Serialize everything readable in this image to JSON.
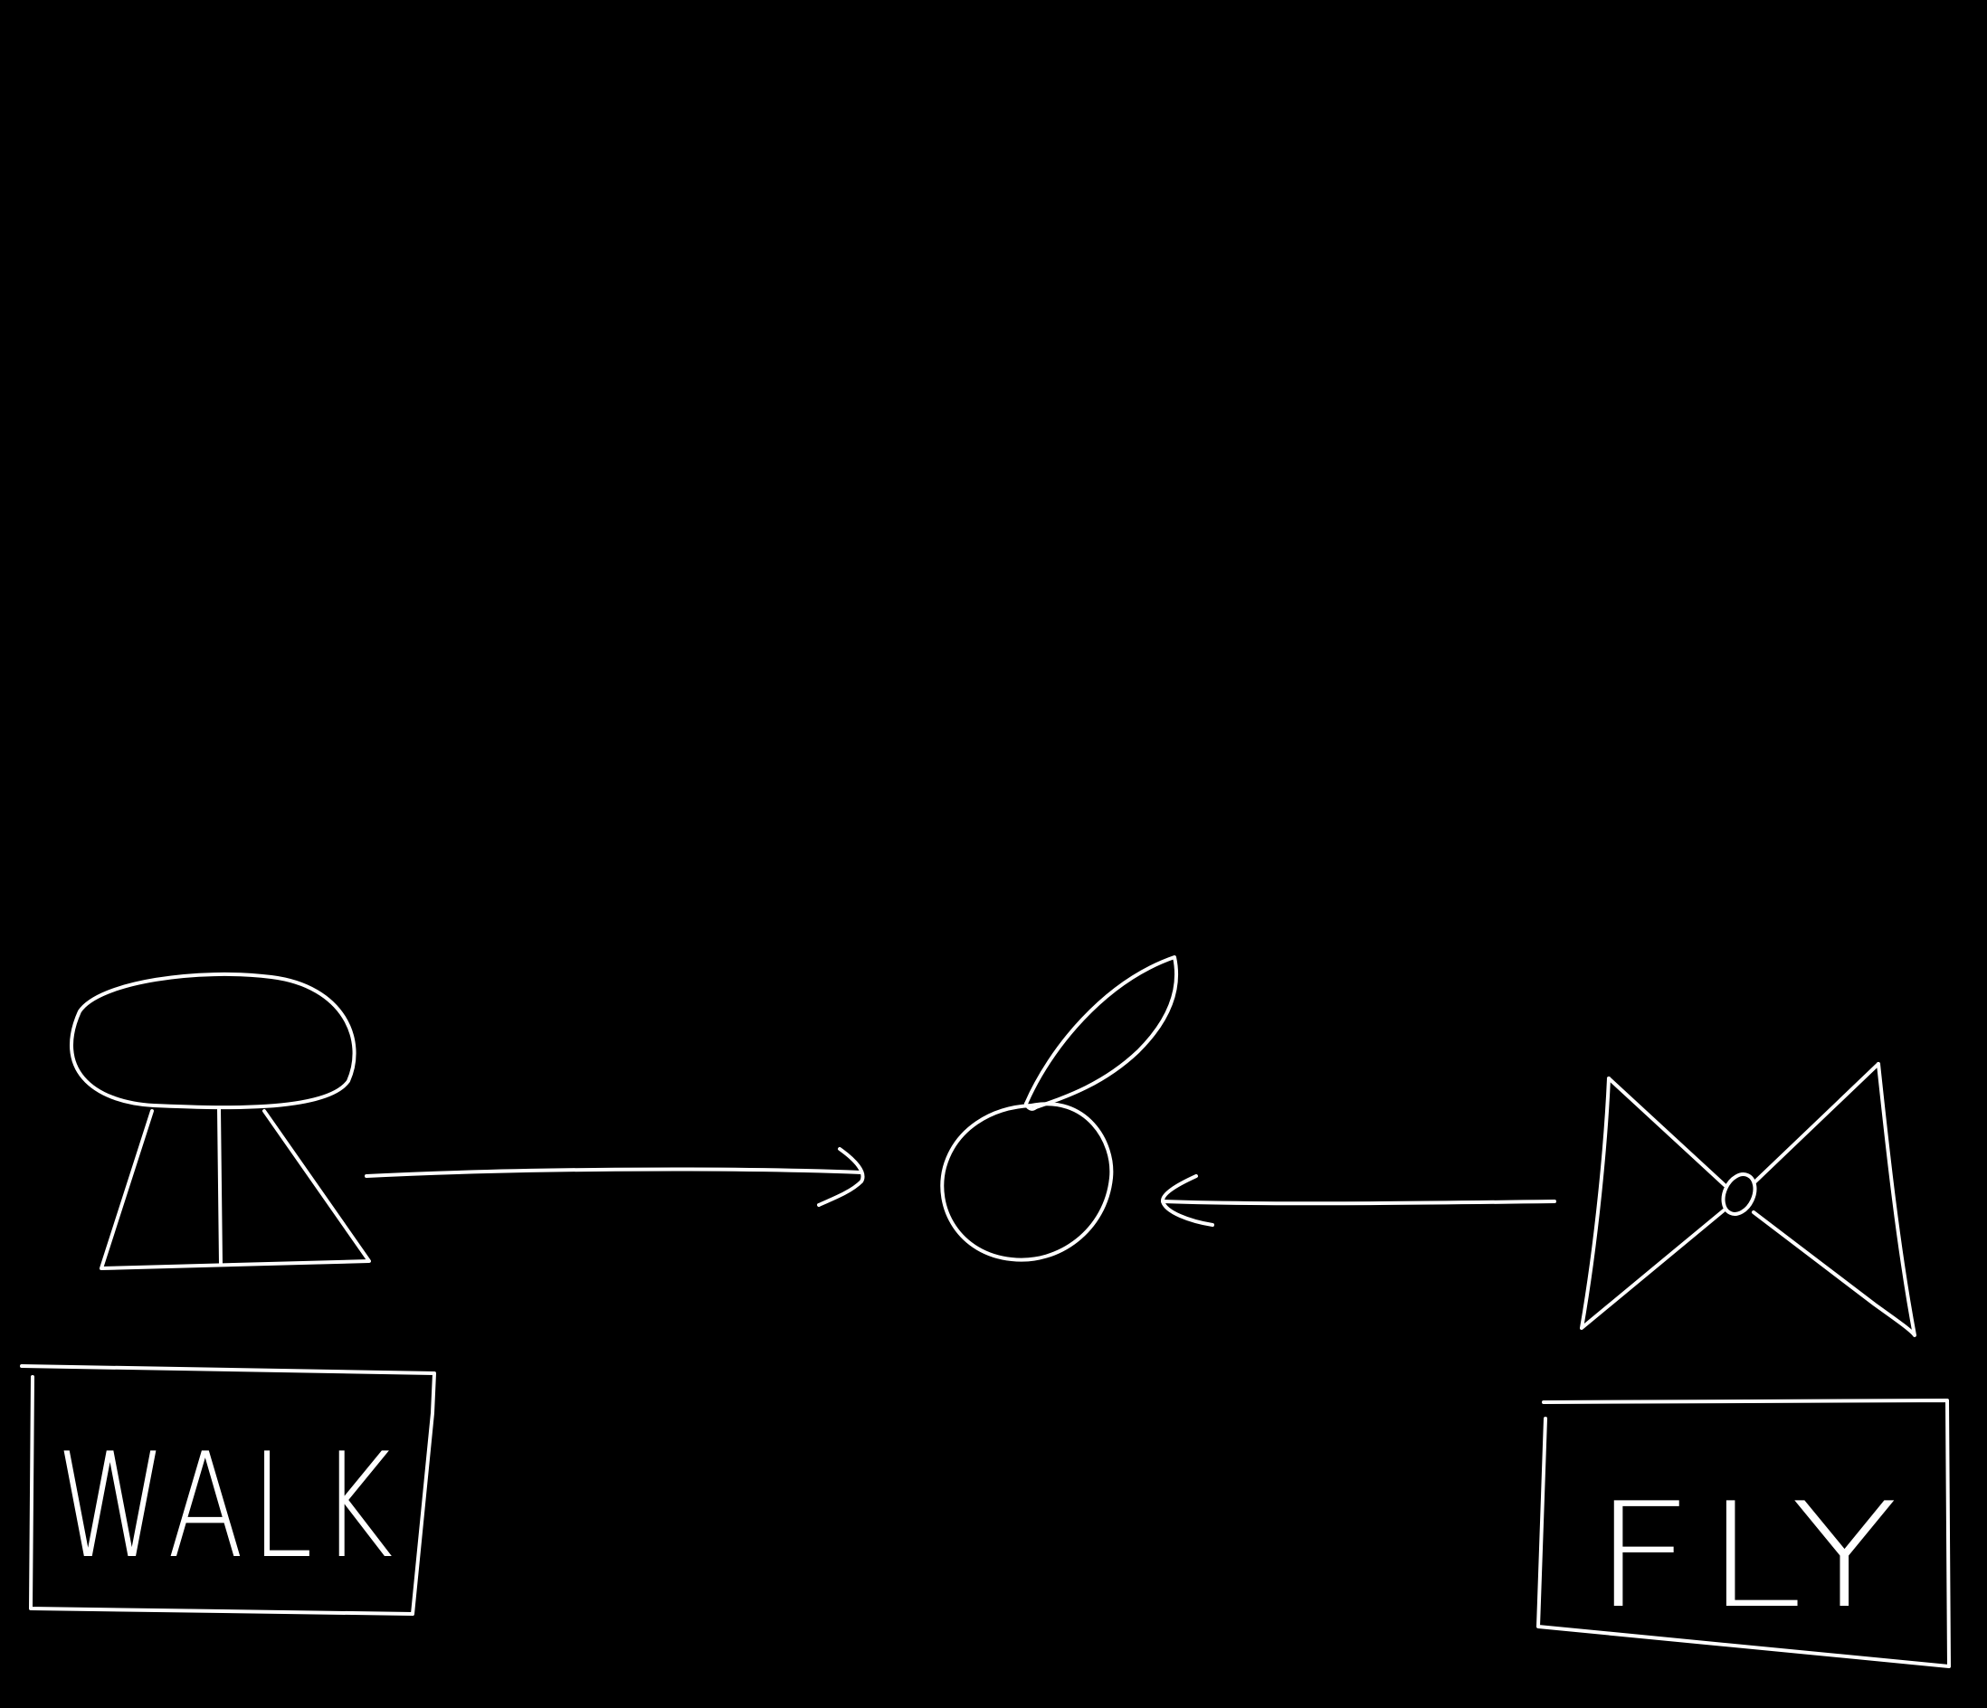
{
  "diagram": {
    "background_color": "#000000",
    "stroke_color": "#ffffff",
    "left_node": {
      "icon": "walker-figure-icon",
      "label": "WALK"
    },
    "center_node": {
      "icon": "circle-with-leaf-icon"
    },
    "right_node": {
      "icon": "bowtie-flyer-icon",
      "label": "FLY"
    },
    "arrows": [
      {
        "from": "left_node",
        "to": "center_node"
      },
      {
        "from": "right_node",
        "to": "center_node"
      }
    ]
  }
}
